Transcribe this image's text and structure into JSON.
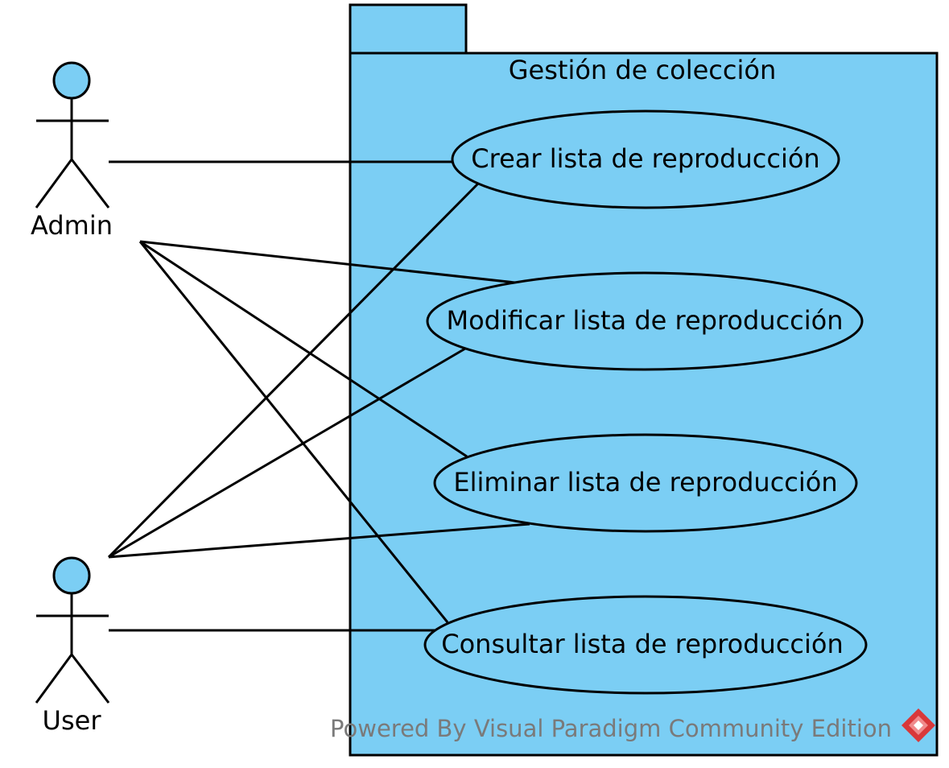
{
  "colors": {
    "fill": "#7bcef4",
    "stroke": "#000000",
    "watermark_text": "#7a7a7a",
    "logo": "#d9383a"
  },
  "package": {
    "name": "Gestión de colección"
  },
  "actors": {
    "admin": {
      "name": "Admin"
    },
    "user": {
      "name": "User"
    }
  },
  "use_cases": [
    {
      "label": "Crear lista de reproducción"
    },
    {
      "label": "Modificar lista de reproducción"
    },
    {
      "label": "Eliminar lista de reproducción"
    },
    {
      "label": "Consultar lista de reproducción"
    }
  ],
  "associations": [
    {
      "actor": "Admin",
      "use_case": "Crear lista de reproducción"
    },
    {
      "actor": "Admin",
      "use_case": "Modificar lista de reproducción"
    },
    {
      "actor": "Admin",
      "use_case": "Eliminar lista de reproducción"
    },
    {
      "actor": "Admin",
      "use_case": "Consultar lista de reproducción"
    },
    {
      "actor": "User",
      "use_case": "Crear lista de reproducción"
    },
    {
      "actor": "User",
      "use_case": "Modificar lista de reproducción"
    },
    {
      "actor": "User",
      "use_case": "Eliminar lista de reproducción"
    },
    {
      "actor": "User",
      "use_case": "Consultar lista de reproducción"
    }
  ],
  "watermark": {
    "text": "Powered By Visual Paradigm Community Edition",
    "icon": "visual-paradigm-logo-icon"
  }
}
